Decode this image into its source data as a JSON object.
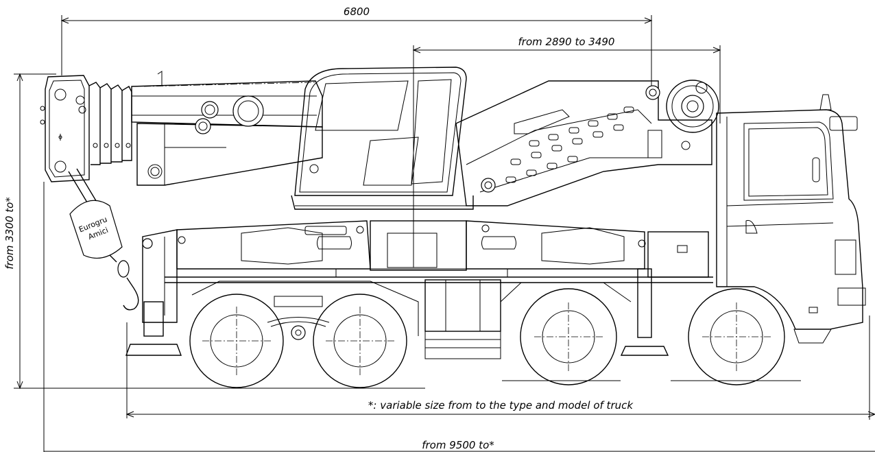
{
  "dimensions": {
    "boom_length": "6800",
    "slew_range": "from 2890 to 3490",
    "height": "from 3300 to*",
    "overall_length": "from 9500 to*"
  },
  "note": "*: variable size from to the type and model of truck",
  "logo": {
    "line1": "Eurogru",
    "line2": "Amici"
  }
}
